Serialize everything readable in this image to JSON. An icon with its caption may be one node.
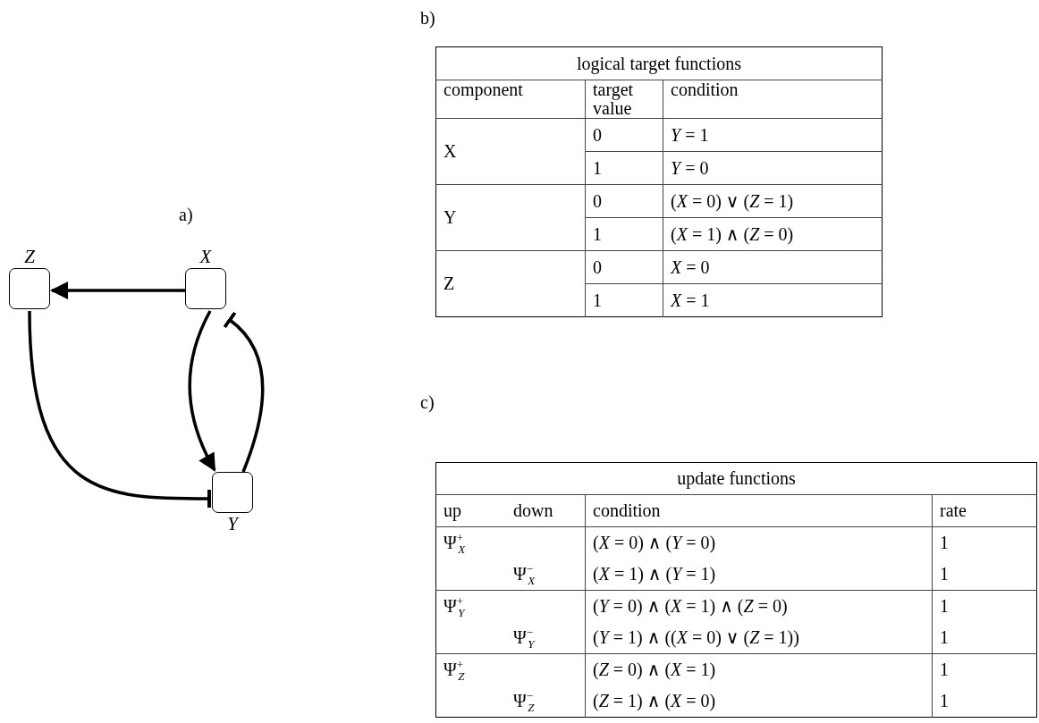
{
  "diagram": {
    "nodes": [
      {
        "text": [
          "Z"
        ]
      },
      {
        "text": [
          "X"
        ]
      },
      {
        "text": [
          "Y"
        ]
      }
    ],
    "edges": [
      {
        "from": 1,
        "to": 0,
        "arrow": "to"
      },
      {
        "from": 1,
        "to": 2,
        "arrow": "to"
      },
      {
        "from": 2,
        "to": 1,
        "arrow": "other"
      },
      {
        "from": 0,
        "to": 2,
        "arrow": "other"
      }
    ],
    "labels": [
      "a)",
      "b)",
      "c)",
      "logical target functions",
      "component",
      "target value",
      "condition",
      "X",
      "0",
      "*Y* = 1",
      "1",
      "*Y* = 0",
      "Y",
      "0",
      "(*X* = 0) ∨ (*Z* = 1)",
      "1",
      "(*X* = 1) ∧ (*Z* = 0)",
      "Z",
      "0",
      "*X* = 0",
      "1",
      "*X* = 1",
      "update functions",
      "up",
      "down",
      "condition",
      "rate",
      "Ψ$^{+}$$_{X}$",
      "(*X* = 0) ∧ (*Y* = 0)",
      "1",
      "Ψ$^{−}$$_{X}$",
      "(*X* = 1) ∧ (*Y* = 1)",
      "1",
      "Ψ$^{+}$$_{Y}$",
      "(*Y* = 0) ∧ (*X* = 1) ∧ (*Z* = 0)",
      "1",
      "Ψ$^{−}$$_{Y}$",
      "(*Y* = 1) ∧ ((*X* = 0) ∨ (*Z* = 1))",
      "1",
      "Ψ$^{+}$$_{Z}$",
      "(*Z* = 0) ∧ (*X* = 1)",
      "1",
      "Ψ$^{−}$$_{Z}$",
      "(*Z* = 1) ∧ (*X* = 0)",
      "1"
    ]
  }
}
